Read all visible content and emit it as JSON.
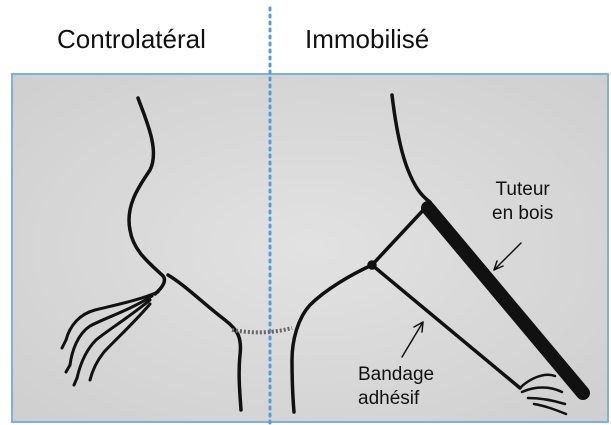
{
  "headers": {
    "left": "Controlatéral",
    "right": "Immobilisé"
  },
  "annotations": {
    "tuteur_line1": "Tuteur",
    "tuteur_line2": "en bois",
    "bandage_line1": "Bandage",
    "bandage_line2": "adhésif"
  },
  "colors": {
    "background": "#d7d7d7",
    "frame": "#7fb0d9",
    "divider": "#5b9bd5",
    "ink": "#111111"
  }
}
